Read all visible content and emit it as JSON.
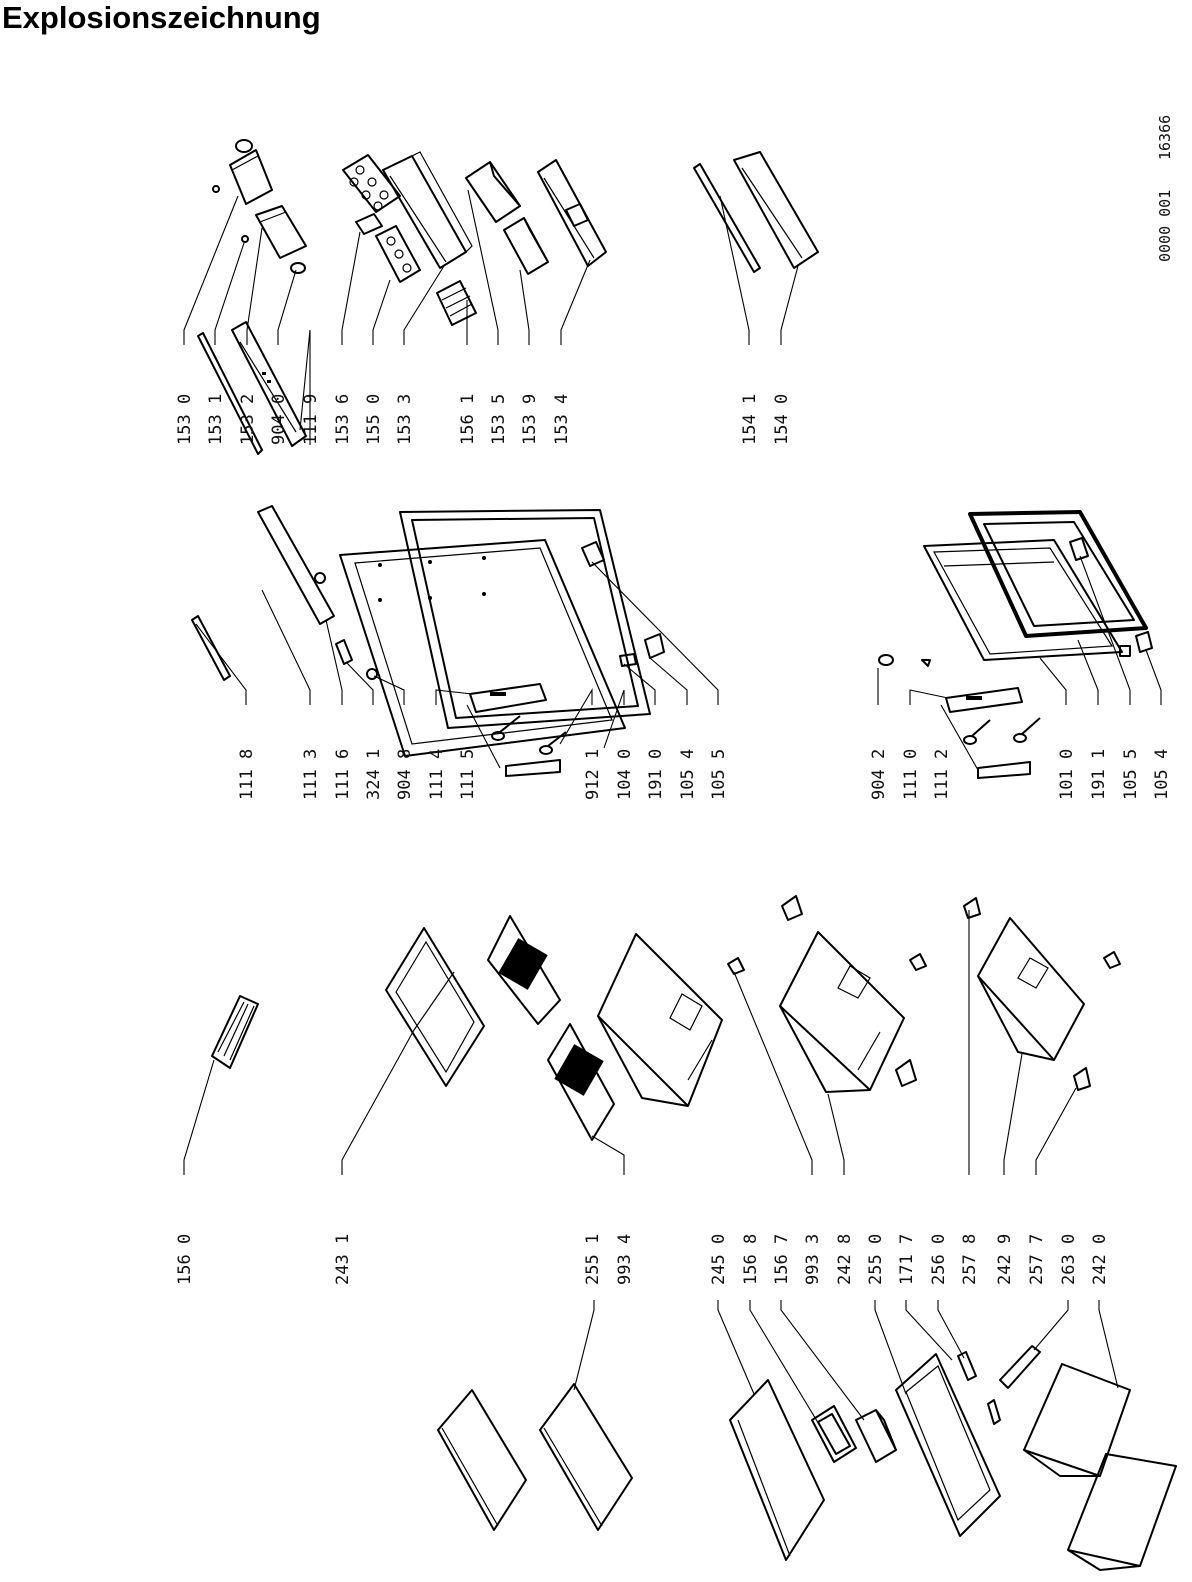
{
  "title": "Explosionszeichnung",
  "drawing_number": [
    "0000 001",
    "16366"
  ],
  "labels": [
    {
      "id": "lbl-1530",
      "text": "153 0"
    },
    {
      "id": "lbl-1531",
      "text": "153 1"
    },
    {
      "id": "lbl-1532",
      "text": "153 2"
    },
    {
      "id": "lbl-9040",
      "text": "904 0"
    },
    {
      "id": "lbl-1119",
      "text": "111 9"
    },
    {
      "id": "lbl-1536",
      "text": "153 6"
    },
    {
      "id": "lbl-1550",
      "text": "155 0"
    },
    {
      "id": "lbl-1533",
      "text": "153 3"
    },
    {
      "id": "lbl-1561",
      "text": "156 1"
    },
    {
      "id": "lbl-1535",
      "text": "153 5"
    },
    {
      "id": "lbl-1539",
      "text": "153 9"
    },
    {
      "id": "lbl-1534",
      "text": "153 4"
    },
    {
      "id": "lbl-1541",
      "text": "154 1"
    },
    {
      "id": "lbl-1540",
      "text": "154 0"
    },
    {
      "id": "lbl-1118",
      "text": "111 8"
    },
    {
      "id": "lbl-1113",
      "text": "111 3"
    },
    {
      "id": "lbl-1116",
      "text": "111 6"
    },
    {
      "id": "lbl-3241",
      "text": "324 1"
    },
    {
      "id": "lbl-9048",
      "text": "904 8"
    },
    {
      "id": "lbl-1114",
      "text": "111 4"
    },
    {
      "id": "lbl-1115",
      "text": "111 5"
    },
    {
      "id": "lbl-9121",
      "text": "912 1"
    },
    {
      "id": "lbl-1040",
      "text": "104 0"
    },
    {
      "id": "lbl-1910",
      "text": "191 0"
    },
    {
      "id": "lbl-1054a",
      "text": "105 4"
    },
    {
      "id": "lbl-1055a",
      "text": "105 5"
    },
    {
      "id": "lbl-9042",
      "text": "904 2"
    },
    {
      "id": "lbl-1110",
      "text": "111 0"
    },
    {
      "id": "lbl-1112",
      "text": "111 2"
    },
    {
      "id": "lbl-1010",
      "text": "101 0"
    },
    {
      "id": "lbl-1911",
      "text": "191 1"
    },
    {
      "id": "lbl-1055b",
      "text": "105 5"
    },
    {
      "id": "lbl-1054b",
      "text": "105 4"
    },
    {
      "id": "lbl-1560",
      "text": "156 0"
    },
    {
      "id": "lbl-2431",
      "text": "243 1"
    },
    {
      "id": "lbl-2551",
      "text": "255 1"
    },
    {
      "id": "lbl-9934",
      "text": "993 4"
    },
    {
      "id": "lbl-2450",
      "text": "245 0"
    },
    {
      "id": "lbl-1568",
      "text": "156 8"
    },
    {
      "id": "lbl-1567",
      "text": "156 7"
    },
    {
      "id": "lbl-9933",
      "text": "993 3"
    },
    {
      "id": "lbl-2428",
      "text": "242 8"
    },
    {
      "id": "lbl-2550",
      "text": "255 0"
    },
    {
      "id": "lbl-1717",
      "text": "171 7"
    },
    {
      "id": "lbl-2560",
      "text": "256 0"
    },
    {
      "id": "lbl-2578",
      "text": "257 8"
    },
    {
      "id": "lbl-2429",
      "text": "242 9"
    },
    {
      "id": "lbl-2577",
      "text": "257 7"
    },
    {
      "id": "lbl-2630",
      "text": "263 0"
    },
    {
      "id": "lbl-2420",
      "text": "242 0"
    }
  ]
}
